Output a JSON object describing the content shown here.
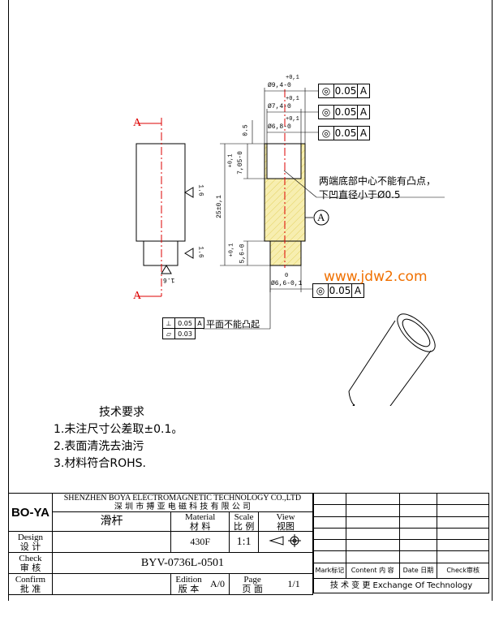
{
  "watermark": "www.jdw2.com",
  "section_labels": {
    "a_top": "A",
    "a_bottom": "A"
  },
  "dims": {
    "d94": "Ø9,4-0",
    "d94_tol": "+0,1",
    "d74": "Ø7,4-0",
    "d74_tol": "+0,1",
    "d68": "Ø6,8-0",
    "d68_tol": "+0,1",
    "d05": "0.5",
    "len705": "7,05-0",
    "len705_tol": "+0,1",
    "len25": "25±0,1",
    "len56": "5,6-0",
    "len56_tol": "+0,1",
    "d66": "Ø6,6-0,1",
    "d66_tol": "0",
    "rough1": "1.6",
    "rough2": "1.6",
    "rough3": "1.6"
  },
  "gdt": [
    {
      "sym": "◎",
      "val": "0.05",
      "ref": "A"
    },
    {
      "sym": "◎",
      "val": "0.05",
      "ref": "A"
    },
    {
      "sym": "◎",
      "val": "0.05",
      "ref": "A"
    },
    {
      "sym": "◎",
      "val": "0.05",
      "ref": "A"
    }
  ],
  "gdt_bottom": {
    "perp_sym": "⊥",
    "perp_val": "0.05",
    "perp_ref": "A",
    "flat_sym": "▱",
    "flat_val": "0.03"
  },
  "notes_inline": {
    "flat_note": "平面不能凸起",
    "center_note_1": "两端底部中心不能有凸点，",
    "center_note_2": "下凹直径小于Ø0.5"
  },
  "datum": "A",
  "tech_req": {
    "title": "技术要求",
    "items": [
      "1.未注尺寸公差取±0.1。",
      "2.表面清洗去油污",
      "3.材料符合ROHS."
    ]
  },
  "title_block": {
    "company_en": "SHENZHEN BOYA ELECTROMAGNETIC TECHNOLOGY CO.,LTD",
    "company_cn": "深 圳 市 搏 亚 电 磁 科 技 有 限 公 司",
    "logo": "BO-YA",
    "part_name": "滑杆",
    "material_en": "Material",
    "material_cn": "材 料",
    "material_value": "430F",
    "scale_en": "Scale",
    "scale_cn": "比 例",
    "scale_value": "1:1",
    "view_en": "View",
    "view_cn": "视图",
    "design_en": "Design",
    "design_cn": "设 计",
    "check_en": "Check",
    "check_cn": "审 核",
    "confirm_en": "Confirm",
    "confirm_cn": "批 准",
    "drawing_no": "BYV-0736L-0501",
    "edition_en": "Edition",
    "edition_cn": "版 本",
    "edition_value": "A/0",
    "page_en": "Page",
    "page_cn": "页 面",
    "page_value": "1/1",
    "rev_mark": "Mark标记",
    "rev_content": "Content 内 容",
    "rev_date": "Date 日期",
    "rev_check": "Check审核",
    "rev_footer": "技 术 变 更  Exchange Of Technology"
  }
}
